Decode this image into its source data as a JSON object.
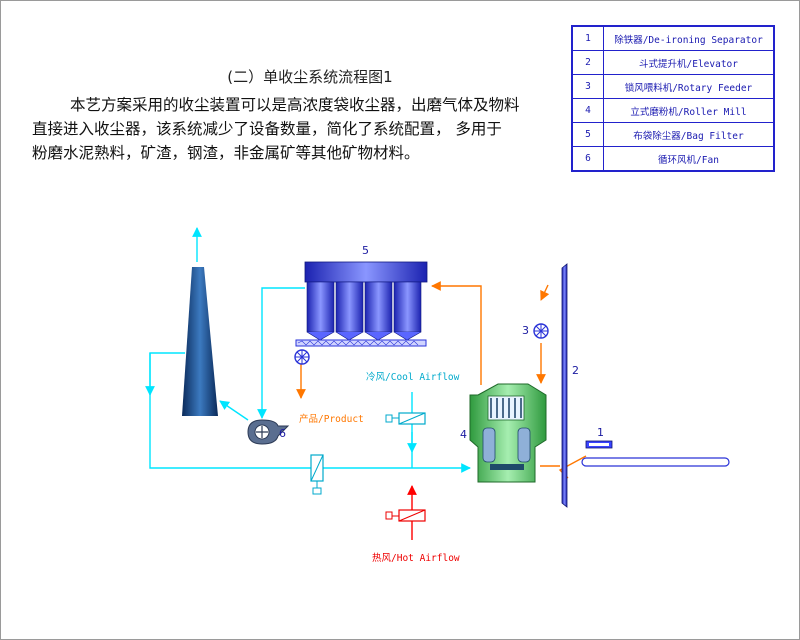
{
  "title": "(二）单收尘系统流程图1",
  "description": {
    "line1": "本艺方案采用的收尘装置可以是高浓度袋收尘器，出磨气体及物料",
    "line2": "直接进入收尘器，该系统减少了设备数量，简化了系统配置， 多用于",
    "line3": "粉磨水泥熟料，矿渣，钢渣，非金属矿等其他矿物材料。"
  },
  "legend": [
    {
      "no": "1",
      "label": "除铁器/De-ironing Separator"
    },
    {
      "no": "2",
      "label": "斗式提升机/Elevator"
    },
    {
      "no": "3",
      "label": "锁风喂料机/Rotary Feeder"
    },
    {
      "no": "4",
      "label": "立式磨粉机/Roller Mill"
    },
    {
      "no": "5",
      "label": "布袋除尘器/Bag Filter"
    },
    {
      "no": "6",
      "label": "循环风机/Fan"
    }
  ],
  "diagram": {
    "labels": {
      "cool_airflow": "冷风/Cool Airflow",
      "hot_airflow": "热风/Hot Airflow",
      "product": "产品/Product"
    },
    "numbers": {
      "n1": "1",
      "n2": "2",
      "n3": "3",
      "n4": "4",
      "n5": "5",
      "n6": "6"
    },
    "colors": {
      "gas_line": "#00e5ff",
      "product_line": "#ff7700",
      "hot_line": "#ff0000",
      "equipment_blue": "#2a33d8",
      "mill_green": "#4fc860"
    }
  }
}
